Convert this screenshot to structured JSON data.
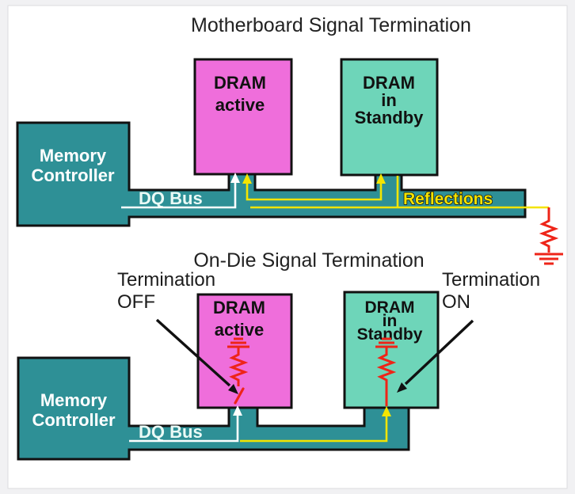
{
  "page": {
    "background": "#f1f1f3",
    "canvas": "#ffffff",
    "canvas_border": "#dcdcdf"
  },
  "colors": {
    "teal": "#2e9096",
    "mint": "#6ed5b9",
    "pink": "#ef6edb",
    "yellow": "#f4e400",
    "red": "#ee2418",
    "outline": "#111111",
    "title_text": "#222222",
    "annot_text": "#1c1c1c",
    "light_text": "#eafaf6",
    "white_trace": "#ffffff",
    "black_arrow": "#111111"
  },
  "titles": {
    "top": "Motherboard Signal Termination",
    "bottom": "On-Die Signal Termination"
  },
  "blocks": {
    "memory_controller": {
      "line1": "Memory",
      "line2": "Controller"
    },
    "dram_active": {
      "line1": "DRAM",
      "line2": "active"
    },
    "dram_standby": {
      "line1": "DRAM",
      "line2": "in",
      "line3": "Standby"
    }
  },
  "labels": {
    "dq_bus": "DQ Bus",
    "reflections": "Reflections",
    "termination_off": {
      "line1": "Termination",
      "line2": "OFF"
    },
    "termination_on": {
      "line1": "Termination",
      "line2": "ON"
    }
  }
}
